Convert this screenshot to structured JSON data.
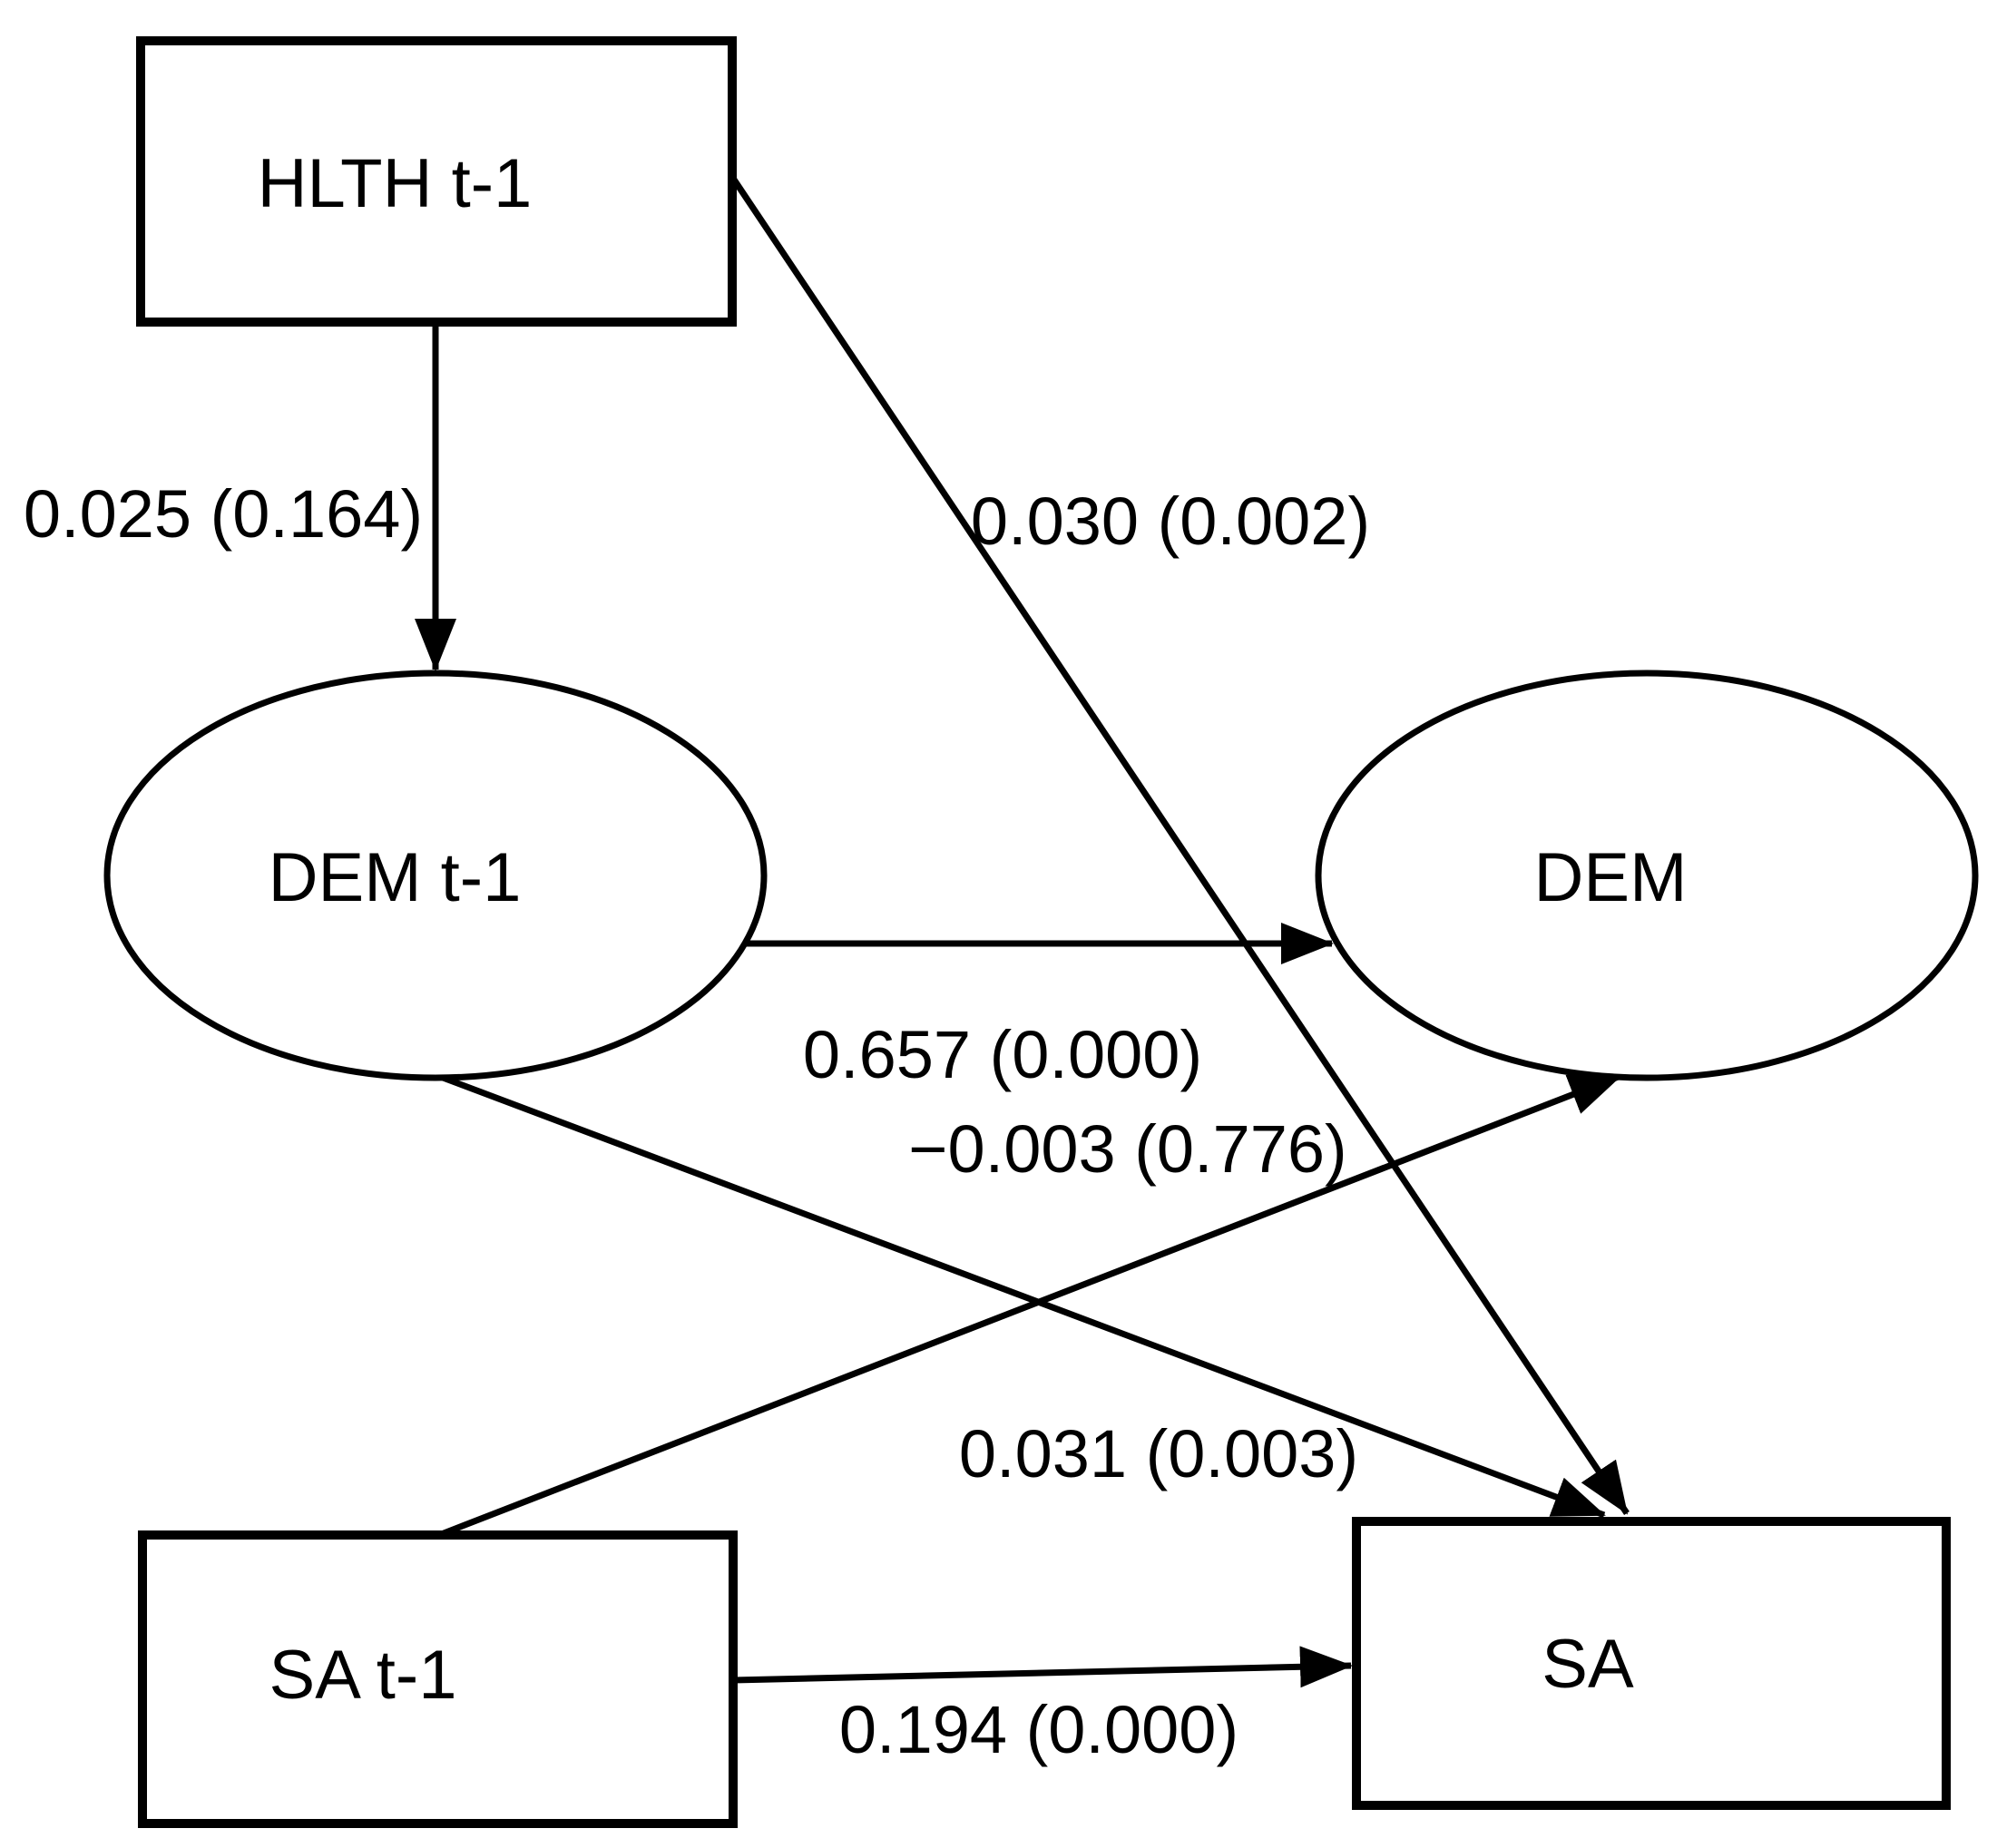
{
  "diagram": {
    "type": "sem-cross-lagged-path-model",
    "colors": {
      "background": "#ffffff",
      "stroke": "#000000",
      "text": "#000000"
    },
    "label_note": "coefficient (p-value)",
    "nodes": [
      {
        "id": "hlth_t1",
        "label": "HLTH t-1",
        "shape": "rectangle"
      },
      {
        "id": "dem_t1",
        "label": "DEM t-1",
        "shape": "ellipse"
      },
      {
        "id": "dem",
        "label": "DEM",
        "shape": "ellipse"
      },
      {
        "id": "sa_t1",
        "label": "SA t-1",
        "shape": "rectangle"
      },
      {
        "id": "sa",
        "label": "SA",
        "shape": "rectangle"
      }
    ],
    "edges": [
      {
        "from": "hlth_t1",
        "to": "dem_t1",
        "label": "0.025 (0.164)",
        "estimate": "0.025",
        "p_value": "0.164"
      },
      {
        "from": "hlth_t1",
        "to": "sa",
        "label": "0.030 (0.002)",
        "estimate": "0.030",
        "p_value": "0.002"
      },
      {
        "from": "dem_t1",
        "to": "dem",
        "label": "0.657 (0.000)",
        "estimate": "0.657",
        "p_value": "0.000"
      },
      {
        "from": "dem_t1",
        "to": "sa",
        "label": "0.031 (0.003)",
        "estimate": "0.031",
        "p_value": "0.003"
      },
      {
        "from": "sa_t1",
        "to": "dem",
        "label": "−0.003 (0.776)",
        "estimate": "−0.003",
        "p_value": "0.776"
      },
      {
        "from": "sa_t1",
        "to": "sa",
        "label": "0.194 (0.000)",
        "estimate": "0.194",
        "p_value": "0.000"
      }
    ]
  }
}
